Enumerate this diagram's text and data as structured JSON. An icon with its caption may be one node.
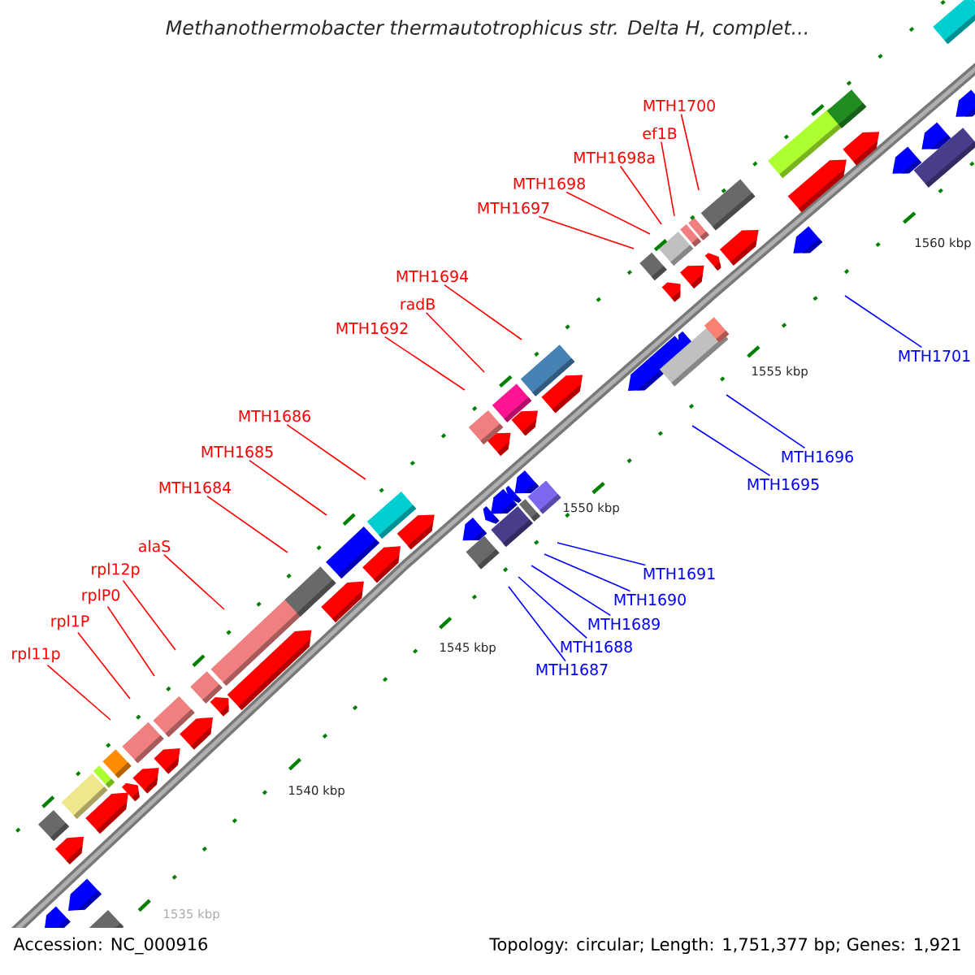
{
  "diagram": {
    "title": "*Methanothermobacter thermautotrophicus* str. Delta H, complet...",
    "nodes": [
      {
        "text": [
          "MTH1700"
        ]
      },
      {
        "text": [
          "ef1B"
        ]
      },
      {
        "text": [
          "MTH1698a"
        ]
      },
      {
        "text": [
          "MTH1698"
        ]
      },
      {
        "text": [
          "MTH1697"
        ]
      },
      {
        "text": [
          "MTH1694"
        ]
      },
      {
        "text": [
          "radB"
        ]
      },
      {
        "text": [
          "MTH1692"
        ]
      },
      {
        "text": [
          "MTH1686"
        ]
      },
      {
        "text": [
          "MTH1685"
        ]
      },
      {
        "text": [
          "MTH1684"
        ]
      },
      {
        "text": [
          "alaS"
        ]
      },
      {
        "text": [
          "rpl12p"
        ]
      },
      {
        "text": [
          "rplP0"
        ]
      },
      {
        "text": [
          "rpl1P"
        ]
      },
      {
        "text": [
          "rpl11p"
        ]
      },
      {
        "text": [
          "MTH1701"
        ]
      },
      {
        "text": [
          "MTH1696"
        ]
      },
      {
        "text": [
          "MTH1695"
        ]
      },
      {
        "text": [
          "MTH1691"
        ]
      },
      {
        "text": [
          "MTH1690"
        ]
      },
      {
        "text": [
          "MTH1689"
        ]
      },
      {
        "text": [
          "MTH1688"
        ]
      },
      {
        "text": [
          "MTH1687"
        ]
      }
    ],
    "edges": [
      {
        "from": 0,
        "to": null,
        "arrow": "none"
      },
      {
        "from": 1,
        "to": null,
        "arrow": "none"
      },
      {
        "from": 2,
        "to": null,
        "arrow": "none"
      },
      {
        "from": 3,
        "to": null,
        "arrow": "none"
      },
      {
        "from": 4,
        "to": null,
        "arrow": "none"
      },
      {
        "from": 5,
        "to": null,
        "arrow": "none"
      },
      {
        "from": 6,
        "to": null,
        "arrow": "none"
      },
      {
        "from": 7,
        "to": null,
        "arrow": "none"
      },
      {
        "from": 8,
        "to": null,
        "arrow": "none"
      },
      {
        "from": 9,
        "to": null,
        "arrow": "none"
      },
      {
        "from": 10,
        "to": null,
        "arrow": "none"
      },
      {
        "from": 11,
        "to": null,
        "arrow": "none"
      },
      {
        "from": 12,
        "to": null,
        "arrow": "none"
      },
      {
        "from": 13,
        "to": null,
        "arrow": "none"
      },
      {
        "from": 14,
        "to": null,
        "arrow": "none"
      },
      {
        "from": 15,
        "to": null,
        "arrow": "none"
      },
      {
        "from": 16,
        "to": null,
        "arrow": "none",
        "color": "#0000ff"
      },
      {
        "from": 17,
        "to": null,
        "arrow": "none",
        "color": "#0000ff"
      },
      {
        "from": 18,
        "to": null,
        "arrow": "none",
        "color": "#0000ff"
      },
      {
        "from": 19,
        "to": null,
        "arrow": "none",
        "color": "#0000ff"
      },
      {
        "from": 20,
        "to": null,
        "arrow": "none",
        "color": "#0000ff"
      },
      {
        "from": 21,
        "to": null,
        "arrow": "none",
        "color": "#0000ff"
      },
      {
        "from": 22,
        "to": null,
        "arrow": "none",
        "color": "#0000ff"
      },
      {
        "from": 23,
        "to": null,
        "arrow": "none",
        "color": "#0000ff"
      }
    ],
    "labels": [
      "1560 kbp",
      "1555 kbp",
      "1550 kbp",
      "1545 kbp",
      "1540 kbp",
      "1535 kbp",
      "Accession: NC_000916",
      "Topology: circular; Length: 1,751,377 bp; Genes: 1,921"
    ]
  }
}
